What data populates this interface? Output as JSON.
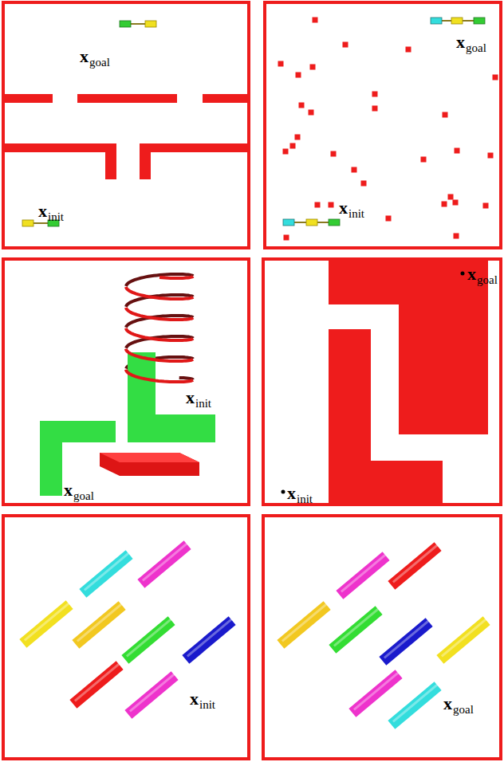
{
  "diagram": {
    "labels": [
      "x",
      "goal",
      "x",
      "init",
      "x",
      "init",
      "x",
      "goal",
      "x",
      "init",
      "x",
      "goal",
      "x",
      "goal",
      "x",
      "init",
      "x",
      "init",
      "x",
      "goal"
    ]
  }
}
